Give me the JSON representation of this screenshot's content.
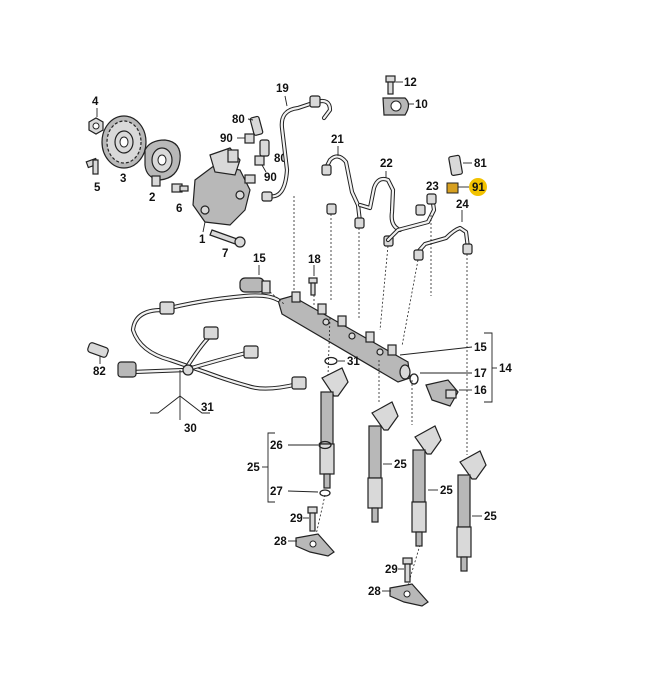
{
  "labels": {
    "l4": "4",
    "l5": "5",
    "l3": "3",
    "l2": "2",
    "l6": "6",
    "l1": "1",
    "l7": "7",
    "l80a": "80",
    "l90a": "90",
    "l80b": "80",
    "l90b": "90",
    "l19": "19",
    "l12": "12",
    "l10": "10",
    "l21": "21",
    "l22": "22",
    "l81": "81",
    "l23": "23",
    "l91": "91",
    "l24": "24",
    "l15a": "15",
    "l18": "18",
    "l15b": "15",
    "l14": "14",
    "l17": "17",
    "l16": "16",
    "l31a": "31",
    "l82": "82",
    "l31b": "31",
    "l30": "30",
    "l26": "26",
    "l25a": "25",
    "l27": "27",
    "l25b": "25",
    "l25c": "25",
    "l25d": "25",
    "l29a": "29",
    "l28a": "28",
    "l29b": "29",
    "l28b": "28"
  },
  "highlight_color": "#f2c200"
}
